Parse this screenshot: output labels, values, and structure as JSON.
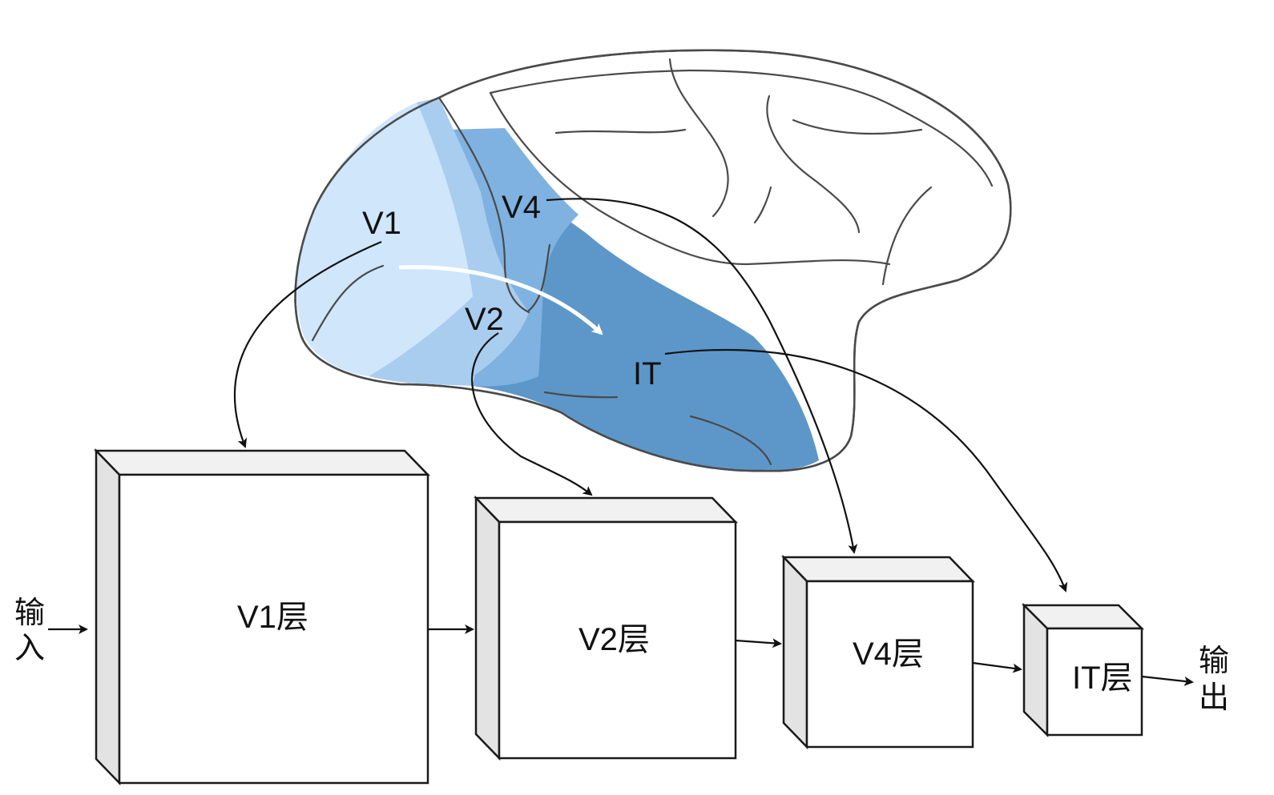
{
  "brain": {
    "regions": {
      "v1": "V1",
      "v2": "V2",
      "v4": "V4",
      "it": "IT"
    },
    "colors": {
      "v1": "#cfe6fb",
      "v2": "#a9cdee",
      "v4": "#7fb2e0",
      "it": "#5d97c9",
      "outline": "#4a4a4a"
    }
  },
  "layers": {
    "v1": "V1层",
    "v2": "V2层",
    "v4": "V4层",
    "it": "IT层"
  },
  "io": {
    "input_line1": "输",
    "input_line2": "入",
    "output_line1": "输",
    "output_line2": "出"
  },
  "box_colors": {
    "front": "#ffffff",
    "top": "#f1f1f1",
    "side": "#e3e3e3",
    "stroke": "#1a1a1a"
  }
}
